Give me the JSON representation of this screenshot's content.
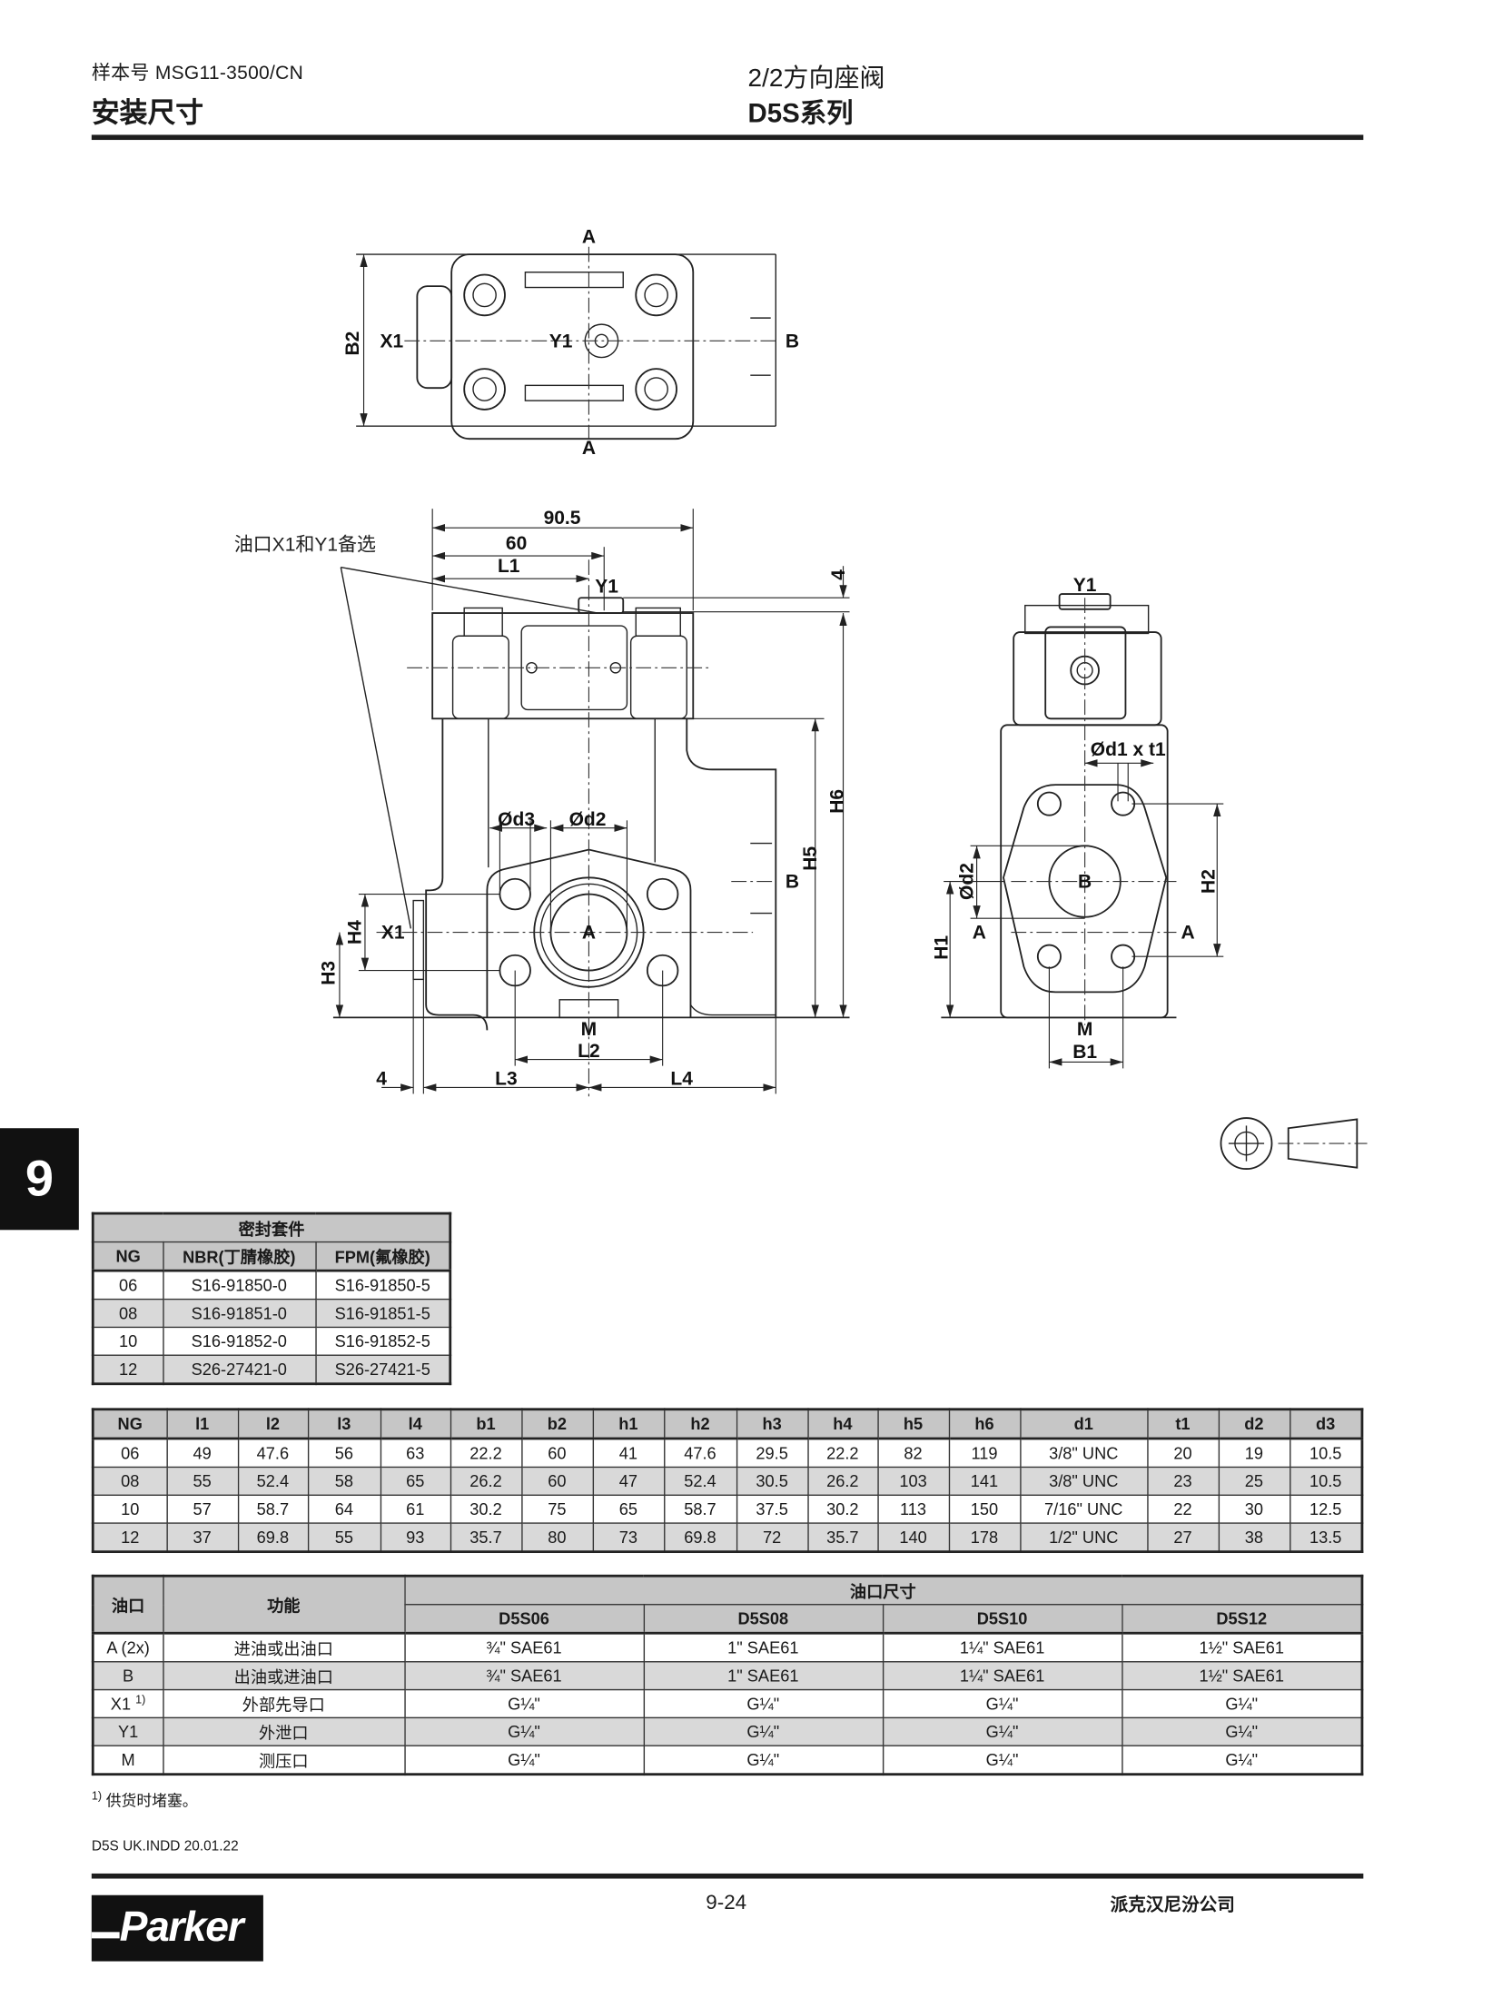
{
  "header": {
    "catalog_label": "样本号 MSG11-3500/CN",
    "section_title": "安装尺寸",
    "product_title": "2/2方向座阀",
    "series": "D5S系列"
  },
  "chapter_tab": "9",
  "drawings": {
    "top_view": {
      "port_a_top": "A",
      "port_a_bottom": "A",
      "port_x1": "X1",
      "port_y1": "Y1",
      "port_b": "B",
      "dim_b2": "B2"
    },
    "front_view": {
      "note": "油口X1和Y1备选",
      "dim_90_5": "90.5",
      "dim_60": "60",
      "dim_l1": "L1",
      "port_y1": "Y1",
      "dim_4_top": "4",
      "dim_h6": "H6",
      "dim_h5": "H5",
      "dim_d3": "Ød3",
      "dim_d2": "Ød2",
      "port_b": "B",
      "port_x1": "X1",
      "port_a": "A",
      "dim_h4": "H4",
      "dim_h3": "H3",
      "port_m": "M",
      "dim_l2": "L2",
      "dim_4_bottom": "4",
      "dim_l3": "L3",
      "dim_l4": "L4"
    },
    "side_view": {
      "port_y1": "Y1",
      "dim_d1_t1": "Ød1 x t1",
      "port_b": "B",
      "dim_h2": "H2",
      "dim_d2": "Ød2",
      "port_a_left": "A",
      "port_a_right": "A",
      "dim_h1": "H1",
      "port_m": "M",
      "dim_b1": "B1"
    }
  },
  "seal_kit_table": {
    "title": "密封套件",
    "columns": [
      "NG",
      "NBR(丁腈橡胶)",
      "FPM(氟橡胶)"
    ],
    "rows": [
      [
        "06",
        "S16-91850-0",
        "S16-91850-5"
      ],
      [
        "08",
        "S16-91851-0",
        "S16-91851-5"
      ],
      [
        "10",
        "S16-91852-0",
        "S16-91852-5"
      ],
      [
        "12",
        "S26-27421-0",
        "S26-27421-5"
      ]
    ]
  },
  "dimension_table": {
    "columns": [
      "NG",
      "l1",
      "l2",
      "l3",
      "l4",
      "b1",
      "b2",
      "h1",
      "h2",
      "h3",
      "h4",
      "h5",
      "h6",
      "d1",
      "t1",
      "d2",
      "d3"
    ],
    "rows": [
      [
        "06",
        "49",
        "47.6",
        "56",
        "63",
        "22.2",
        "60",
        "41",
        "47.6",
        "29.5",
        "22.2",
        "82",
        "119",
        "3/8\" UNC",
        "20",
        "19",
        "10.5"
      ],
      [
        "08",
        "55",
        "52.4",
        "58",
        "65",
        "26.2",
        "60",
        "47",
        "52.4",
        "30.5",
        "26.2",
        "103",
        "141",
        "3/8\" UNC",
        "23",
        "25",
        "10.5"
      ],
      [
        "10",
        "57",
        "58.7",
        "64",
        "61",
        "30.2",
        "75",
        "65",
        "58.7",
        "37.5",
        "30.2",
        "113",
        "150",
        "7/16\" UNC",
        "22",
        "30",
        "12.5"
      ],
      [
        "12",
        "37",
        "69.8",
        "55",
        "93",
        "35.7",
        "80",
        "73",
        "69.8",
        "72",
        "35.7",
        "140",
        "178",
        "1/2\" UNC",
        "27",
        "38",
        "13.5"
      ]
    ]
  },
  "port_table": {
    "col_port": "油口",
    "col_function": "功能",
    "group_header": "油口尺寸",
    "models": [
      "D5S06",
      "D5S08",
      "D5S10",
      "D5S12"
    ],
    "rows": [
      {
        "port": "A (2x)",
        "note": "",
        "function": "进油或出油口",
        "sizes": [
          "¾\" SAE61",
          "1\" SAE61",
          "1¼\" SAE61",
          "1½\" SAE61"
        ]
      },
      {
        "port": "B",
        "note": "",
        "function": "出油或进油口",
        "sizes": [
          "¾\" SAE61",
          "1\" SAE61",
          "1¼\" SAE61",
          "1½\" SAE61"
        ]
      },
      {
        "port": "X1",
        "note": "1)",
        "function": "外部先导口",
        "sizes": [
          "G¼\"",
          "G¼\"",
          "G¼\"",
          "G¼\""
        ]
      },
      {
        "port": "Y1",
        "note": "",
        "function": "外泄口",
        "sizes": [
          "G¼\"",
          "G¼\"",
          "G¼\"",
          "G¼\""
        ]
      },
      {
        "port": "M",
        "note": "",
        "function": "测压口",
        "sizes": [
          "G¼\"",
          "G¼\"",
          "G¼\"",
          "G¼\""
        ]
      }
    ]
  },
  "footnote": {
    "marker": "1)",
    "text": "供货时堵塞。"
  },
  "file_info": "D5S UK.INDD 20.01.22",
  "footer": {
    "page_number": "9-24",
    "company": "派克汉尼汾公司",
    "logo_text": "Parker"
  }
}
